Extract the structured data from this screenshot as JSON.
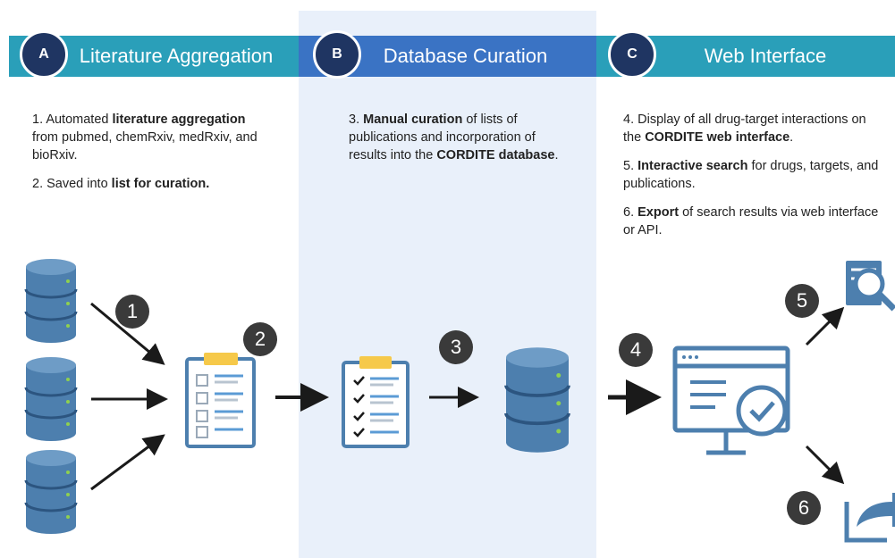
{
  "columns": [
    {
      "letter": "A",
      "title": "Literature Aggregation"
    },
    {
      "letter": "B",
      "title": "Database Curation"
    },
    {
      "letter": "C",
      "title": "Web Interface"
    }
  ],
  "descriptions": {
    "a1": {
      "pre": "1. Automated ",
      "b1": "literature aggregation",
      "mid": " from pubmed, chemRxiv, medRxiv, and bioRxiv."
    },
    "a2": {
      "pre": "2. Saved into ",
      "b1": "list for curation."
    },
    "b3": {
      "pre": "3. ",
      "b1": "Manual curation",
      "mid": " of lists of publications and incorporation of results into the ",
      "b2": "CORDITE database",
      "post": "."
    },
    "c4": {
      "pre": "4. Display of all drug-target interactions on the ",
      "b1": "CORDITE web interface",
      "post": "."
    },
    "c5": {
      "pre": "5. ",
      "b1": "Interactive search",
      "mid": " for drugs, targets, and publications."
    },
    "c6": {
      "pre": "6. ",
      "b1": "Export",
      "mid": " of search results via web interface or API."
    }
  },
  "steps": [
    "1",
    "2",
    "3",
    "4",
    "5",
    "6"
  ],
  "colors": {
    "banner_teal": "#2a9fb9",
    "banner_blue": "#3a73c4",
    "badge_navy": "#1f3562",
    "db_blue": "#4d7fae",
    "column_bg": "#e9f0fa"
  },
  "icons": [
    "database-icon",
    "clipboard-icon",
    "checklist-icon",
    "monitor-check-icon",
    "search-icon",
    "export-icon"
  ]
}
